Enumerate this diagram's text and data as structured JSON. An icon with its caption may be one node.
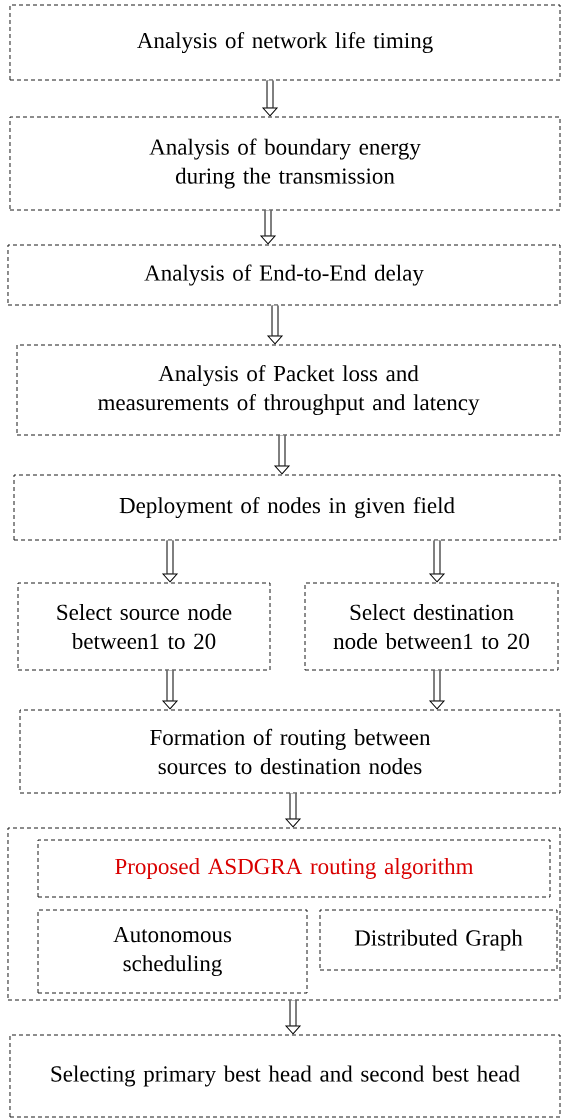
{
  "diagram": {
    "nodes": [
      {
        "text": [
          "Analysis of network life timing"
        ]
      },
      {
        "text": [
          "Analysis of boundary energy during the transmission"
        ]
      },
      {
        "text": [
          "Analysis of End-to-End delay"
        ]
      },
      {
        "text": [
          "Analysis of Packet loss and measurements of throughput and latency"
        ]
      },
      {
        "text": [
          "Deployment of nodes in given field"
        ]
      },
      {
        "text": [
          "Select source node between1 to 20"
        ]
      },
      {
        "text": [
          "Select destination node between1 to 20"
        ]
      },
      {
        "text": [
          "Formation of routing between sources to destination nodes"
        ]
      },
      {
        "text": [],
        "shape": "box"
      },
      {
        "text": [
          "Proposed ASDGRA routing algorithm"
        ],
        "in": 8
      },
      {
        "text": [
          "Autonomous scheduling"
        ],
        "in": 8
      },
      {
        "text": [
          "Distributed Graph"
        ],
        "in": 8
      },
      {
        "text": [
          "Selecting primary best head and second best head"
        ]
      }
    ],
    "edges": [
      {
        "from": 0,
        "to": 1,
        "arrow": "to"
      },
      {
        "from": 1,
        "to": 2,
        "arrow": "to"
      },
      {
        "from": 2,
        "to": 3,
        "arrow": "to"
      },
      {
        "from": 3,
        "to": 4,
        "arrow": "to"
      },
      {
        "from": 4,
        "to": 5,
        "arrow": "to"
      },
      {
        "from": 4,
        "to": 6,
        "arrow": "to"
      },
      {
        "from": 5,
        "to": 7,
        "arrow": "to"
      },
      {
        "from": 6,
        "to": 7,
        "arrow": "to"
      },
      {
        "from": 7,
        "to": 8,
        "arrow": "to"
      },
      {
        "from": 8,
        "to": 12,
        "arrow": "to"
      }
    ]
  }
}
